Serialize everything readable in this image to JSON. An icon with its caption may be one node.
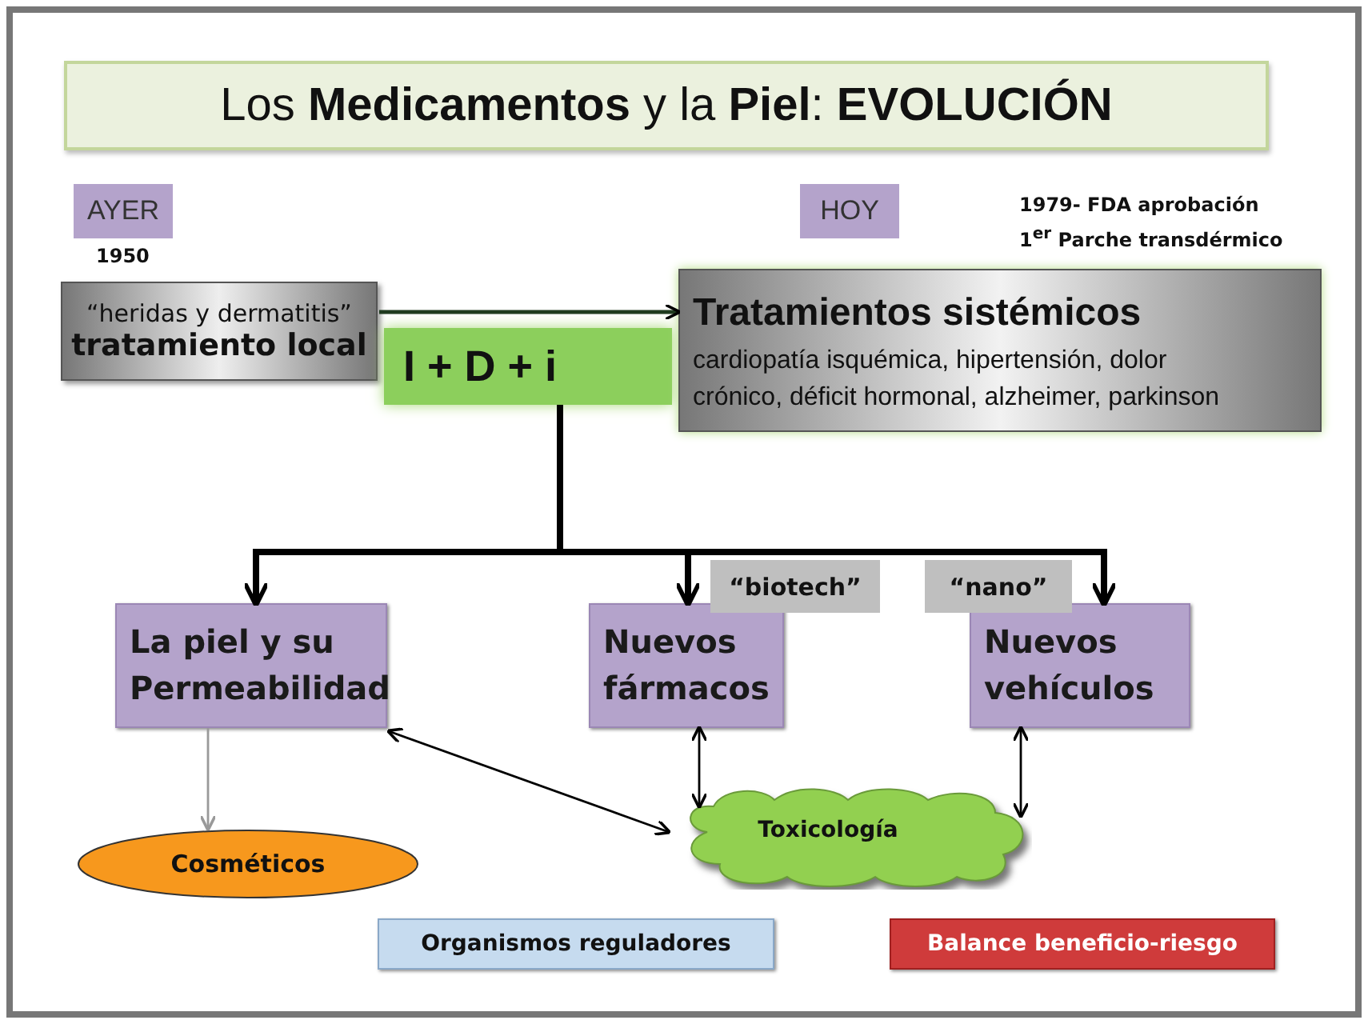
{
  "diagram": {
    "nodes": [
      {
        "text": [
          "Los **Medicamentos** y la **Piel**: **EVOLUCIÓN**"
        ]
      },
      {
        "text": [
          "AYER"
        ],
        "beside": [
          "1950"
        ]
      },
      {
        "text": [
          "HOY"
        ]
      },
      {
        "text": [
          "“heridas  y dermatitis”",
          "tratamiento local"
        ]
      },
      {
        "text": [
          "I + D + i"
        ]
      },
      {
        "text": [
          "Tratamientos sistémicos",
          "cardiopatía isquémica, hipertensión, dolor crónico, déficit hormonal, alzheimer, parkinson"
        ]
      },
      {
        "text": [
          "La piel y su Permeabilidad"
        ]
      },
      {
        "text": [
          "“biotech”"
        ]
      },
      {
        "text": [
          "Nuevos fármacos"
        ]
      },
      {
        "text": [
          "“nano”"
        ]
      },
      {
        "text": [
          "Nuevos vehículos"
        ]
      },
      {
        "text": [
          "Cosméticos"
        ]
      },
      {
        "text": [
          "Toxicología"
        ]
      },
      {
        "text": [
          "Organismos reguladores"
        ]
      },
      {
        "text": [
          "Balance beneficio-riesgo"
        ]
      }
    ],
    "edges": [
      {
        "from": 3,
        "to": 5,
        "arrow": "to"
      },
      {
        "from": 4,
        "to": 6,
        "arrow": "to",
        "style": "thick"
      },
      {
        "from": 4,
        "to": 8,
        "arrow": "to",
        "style": "thick"
      },
      {
        "from": 4,
        "to": 10,
        "arrow": "to",
        "style": "thick"
      },
      {
        "from": 6,
        "to": 11,
        "arrow": "to",
        "color": "#999999"
      },
      {
        "from": 6,
        "to": 12,
        "arrow": "both"
      },
      {
        "from": 8,
        "to": 12,
        "arrow": "both"
      },
      {
        "from": 10,
        "to": 12,
        "arrow": "both"
      }
    ],
    "labels": [
      "1979- FDA aprobación",
      "1$^{er}$ Parche transdérmico"
    ]
  }
}
